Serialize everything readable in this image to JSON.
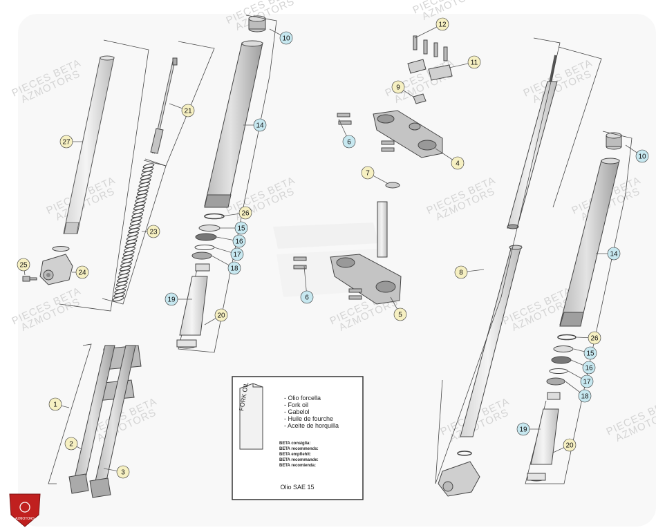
{
  "diagram": {
    "callouts": [
      {
        "label": "10",
        "color": "#c7e8f0"
      },
      {
        "label": "12",
        "color": "#f6f0c2"
      },
      {
        "label": "11",
        "color": "#f6f0c2"
      },
      {
        "label": "9",
        "color": "#f6f0c2"
      },
      {
        "label": "21",
        "color": "#f6f0c2"
      },
      {
        "label": "27",
        "color": "#f6f0c2"
      },
      {
        "label": "14",
        "color": "#c7e8f0"
      },
      {
        "label": "6",
        "color": "#c7e8f0"
      },
      {
        "label": "4",
        "color": "#f6f0c2"
      },
      {
        "label": "7",
        "color": "#f6f0c2"
      },
      {
        "label": "10",
        "color": "#c7e8f0"
      },
      {
        "label": "23",
        "color": "#f6f0c2"
      },
      {
        "label": "26",
        "color": "#f6f0c2"
      },
      {
        "label": "15",
        "color": "#c7e8f0"
      },
      {
        "label": "16",
        "color": "#c7e8f0"
      },
      {
        "label": "17",
        "color": "#c7e8f0"
      },
      {
        "label": "18",
        "color": "#c7e8f0"
      },
      {
        "label": "14",
        "color": "#c7e8f0"
      },
      {
        "label": "25",
        "color": "#f6f0c2"
      },
      {
        "label": "24",
        "color": "#f6f0c2"
      },
      {
        "label": "6",
        "color": "#c7e8f0"
      },
      {
        "label": "8",
        "color": "#f6f0c2"
      },
      {
        "label": "19",
        "color": "#c7e8f0"
      },
      {
        "label": "20",
        "color": "#f6f0c2"
      },
      {
        "label": "5",
        "color": "#f6f0c2"
      },
      {
        "label": "26",
        "color": "#f6f0c2"
      },
      {
        "label": "15",
        "color": "#c7e8f0"
      },
      {
        "label": "16",
        "color": "#c7e8f0"
      },
      {
        "label": "17",
        "color": "#c7e8f0"
      },
      {
        "label": "18",
        "color": "#c7e8f0"
      },
      {
        "label": "1",
        "color": "#f6f0c2"
      },
      {
        "label": "19",
        "color": "#c7e8f0"
      },
      {
        "label": "2",
        "color": "#f6f0c2"
      },
      {
        "label": "20",
        "color": "#f6f0c2"
      },
      {
        "label": "3",
        "color": "#f6f0c2"
      }
    ],
    "oil_box": {
      "can_label": "FORK OIL",
      "lines": [
        "- Olio forcella",
        "- Fork oil",
        "- Gabelol",
        "- Huile de fourche",
        "- Aceite de horquilla"
      ],
      "recommend_lines": [
        "BETA consiglia:",
        "BETA recommends:",
        "BETA empfiehlt:",
        "BETA recommande:",
        "BETA recomienda:"
      ],
      "spec": "Olio SAE 15"
    },
    "watermark": {
      "line1": "PIECES BETA",
      "line2": "AZMOTORS"
    },
    "logo_text": "AZMOTORS",
    "colors": {
      "callout_blue": "#c7e8f0",
      "callout_yellow": "#f6f0c2",
      "logo_red": "#c0201f"
    }
  }
}
